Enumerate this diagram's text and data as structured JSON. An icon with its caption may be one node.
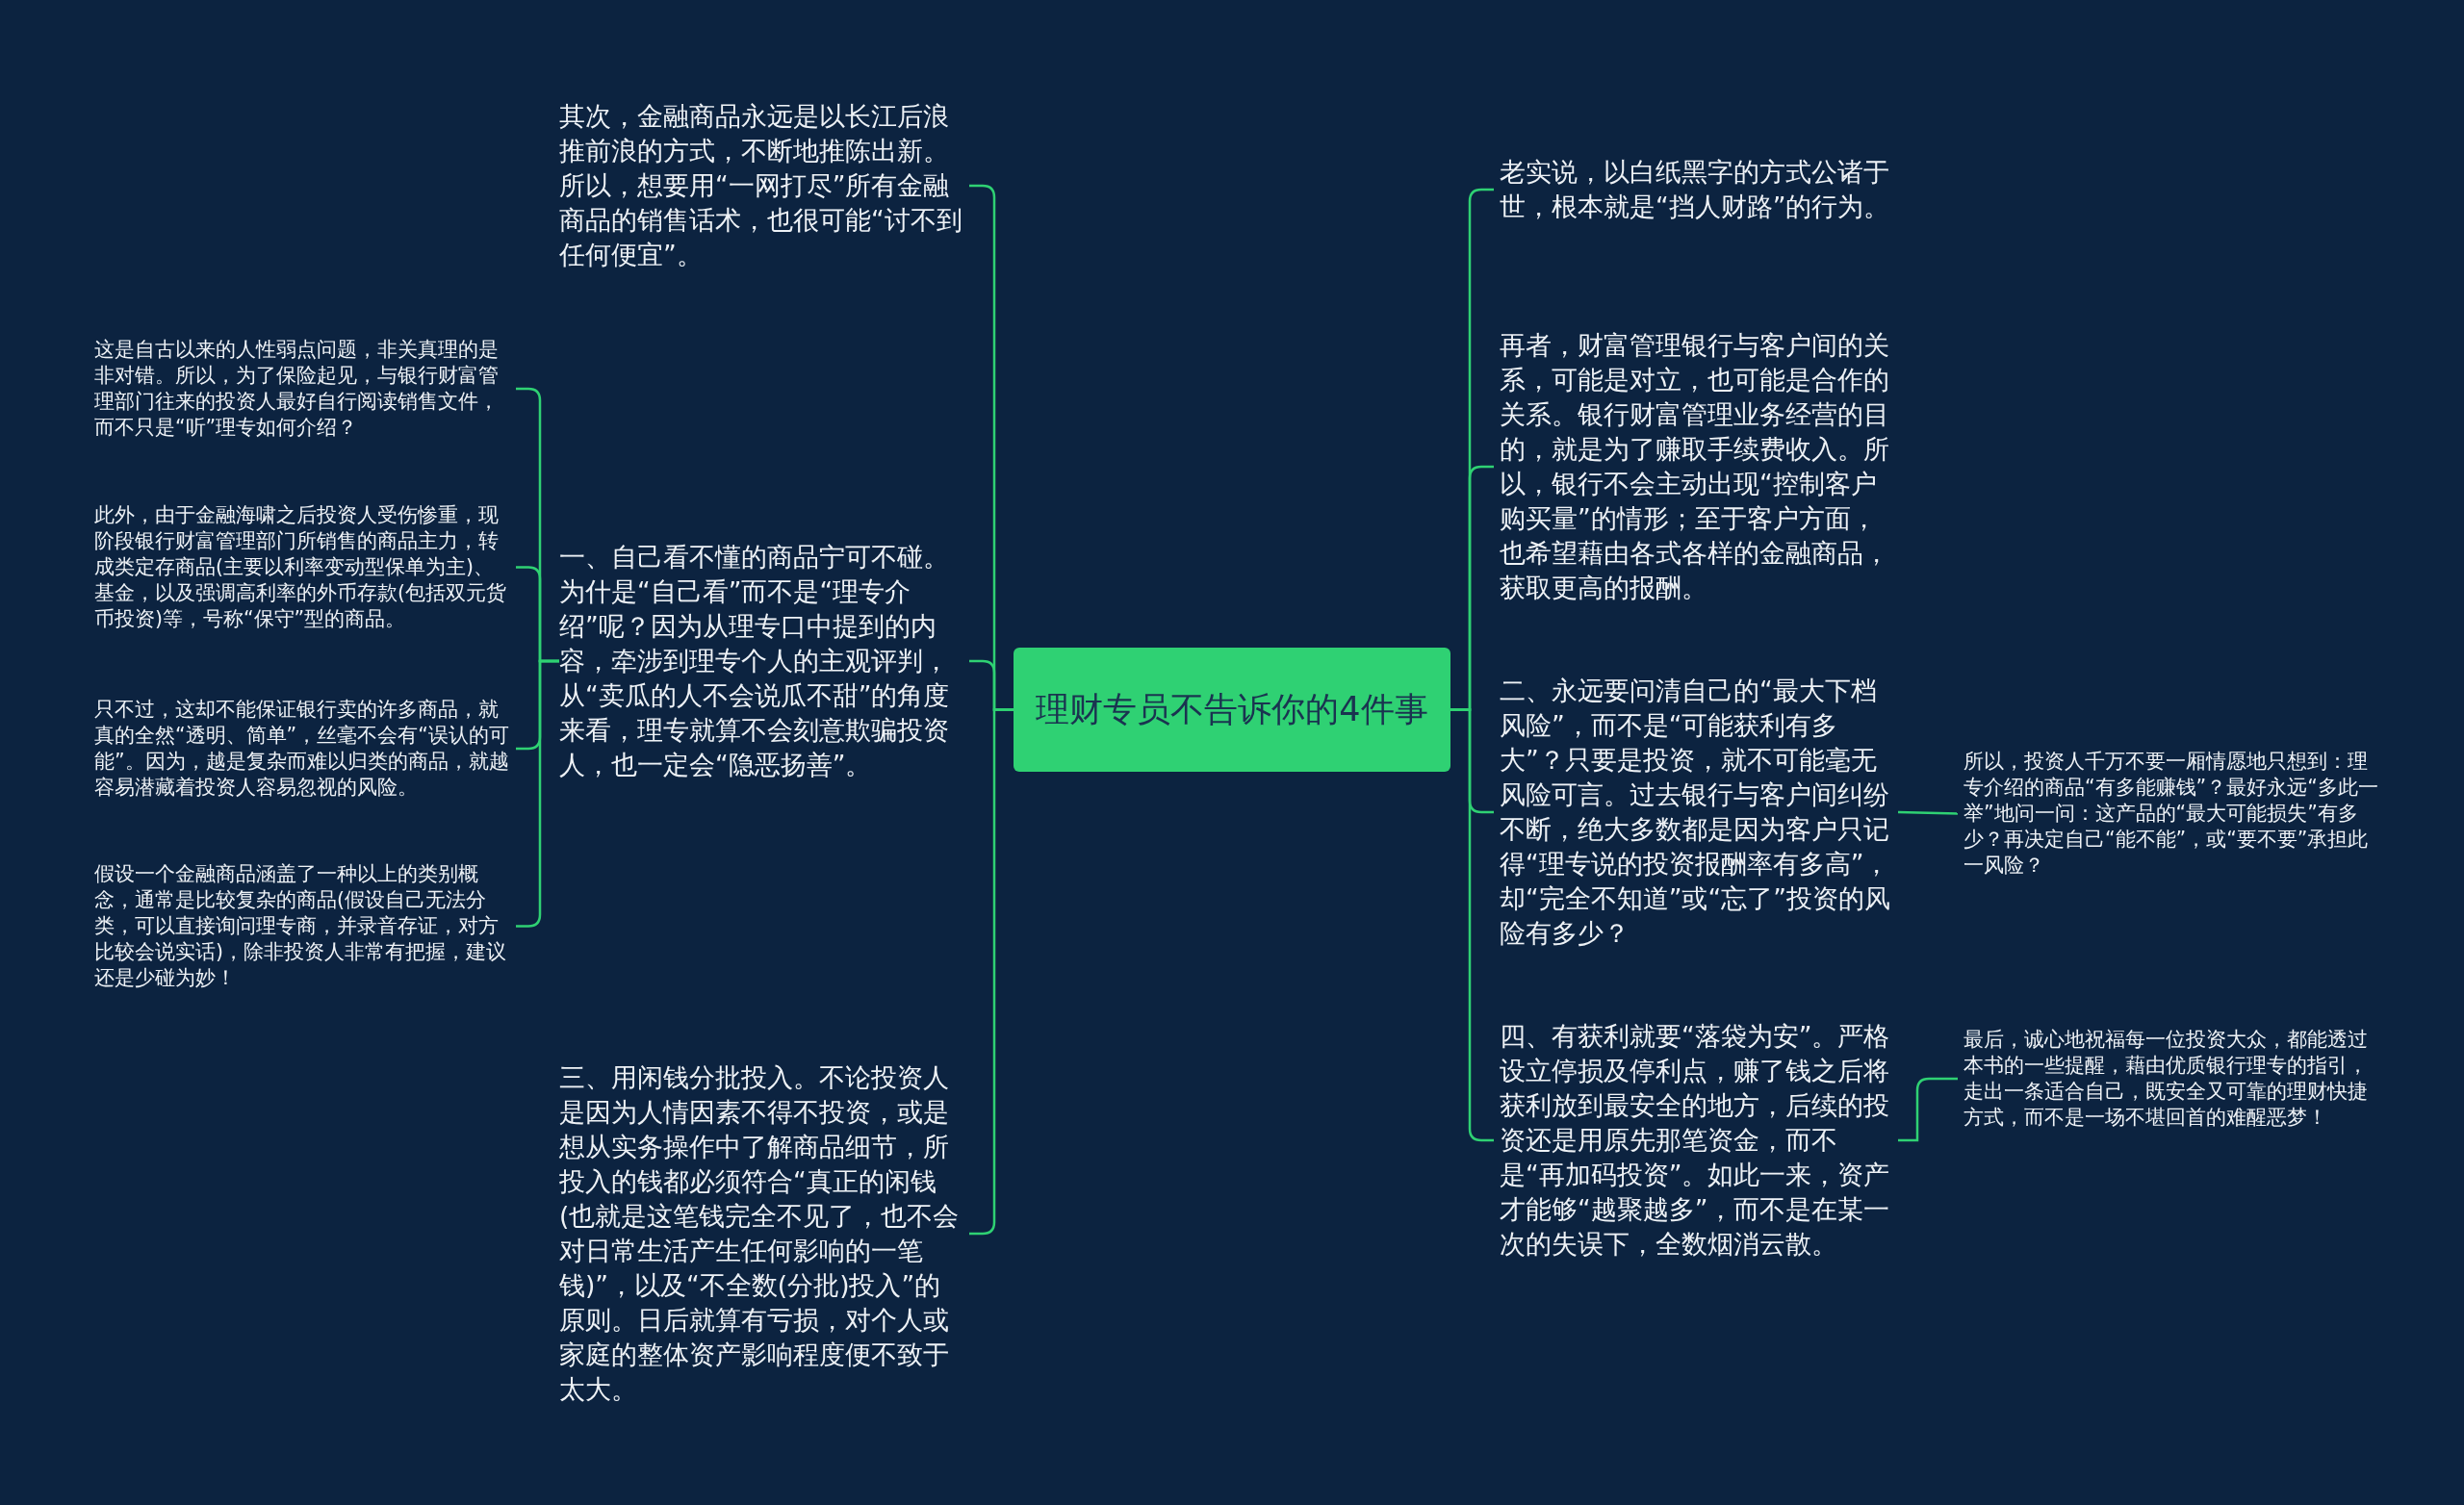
{
  "diagram": {
    "nodes": [
      {
        "text": [
          "理财专员不告诉你的4件事"
        ]
      },
      {
        "text": [
          "其次，金融商品永远是以长江后浪推前浪的方式，不断地推陈出新。所以，想要用“一网打尽”所有金融商品的销售话术，也很可能“讨不到任何便宜”。"
        ]
      },
      {
        "text": [
          "一、自己看不懂的商品宁可不碰。为什是“自己看”而不是“理专介绍”呢？因为从理专口中提到的内容，牵涉到理专个人的主观评判，从“卖瓜的人不会说瓜不甜”的角度来看，理专就算不会刻意欺骗投资人，也一定会“隐恶扬善”。"
        ]
      },
      {
        "text": [
          "三、用闲钱分批投入。不论投资人是因为人情因素不得不投资，或是想从实务操作中了解商品细节，所投入的钱都必须符合“真正的闲钱(也就是这笔钱完全不见了，也不会对日常生活产生任何影响的一笔钱)”，以及“不全数(分批)投入”的原则。日后就算有亏损，对个人或家庭的整体资产影响程度便不致于太大。"
        ]
      },
      {
        "text": [
          "这是自古以来的人性弱点问题，非关真理的是非对错。所以，为了保险起见，与银行财富管理部门往来的投资人最好自行阅读销售文件，而不只是“听”理专如何介绍？"
        ]
      },
      {
        "text": [
          "此外，由于金融海啸之后投资人受伤惨重，现阶段银行财富管理部门所销售的商品主力，转成类定存商品(主要以利率变动型保单为主)、基金，以及强调高利率的外币存款(包括双元货币投资)等，号称“保守”型的商品。"
        ]
      },
      {
        "text": [
          "只不过，这却不能保证银行卖的许多商品，就真的全然“透明、简单”，丝毫不会有“误认的可能”。因为，越是复杂而难以归类的商品，就越容易潜藏着投资人容易忽视的风险。"
        ]
      },
      {
        "text": [
          "假设一个金融商品涵盖了一种以上的类别概念，通常是比较复杂的商品(假设自己无法分类，可以直接询问理专商，并录音存证，对方比较会说实话)，除非投资人非常有把握，建议还是少碰为妙！"
        ]
      },
      {
        "text": [
          "老实说，以白纸黑字的方式公诸于世，根本就是“挡人财路”的行为。"
        ]
      },
      {
        "text": [
          "再者，财富管理银行与客户间的关系，可能是对立，也可能是合作的关系。银行财富管理业务经营的目的，就是为了赚取手续费收入。所以，银行不会主动出现“控制客户购买量”的情形；至于客户方面，也希望藉由各式各样的金融商品，获取更高的报酬。"
        ]
      },
      {
        "text": [
          "二、永远要问清自己的“最大下档风险”，而不是“可能获利有多大”？只要是投资，就不可能毫无风险可言。过去银行与客户间纠纷不断，绝大多数都是因为客户只记得“理专说的投资报酬率有多高”，却“完全不知道”或“忘了”投资的风险有多少？"
        ]
      },
      {
        "text": [
          "四、有获利就要“落袋为安”。严格设立停损及停利点，赚了钱之后将获利放到最安全的地方，后续的投资还是用原先那笔资金，而不是“再加码投资”。如此一来，资产才能够“越聚越多”，而不是在某一次的失误下，全数烟消云散。"
        ]
      },
      {
        "text": [
          "所以，投资人千万不要一厢情愿地只想到：理专介绍的商品“有多能赚钱”？最好永远“多此一举”地问一问：这产品的“最大可能损失”有多少？再决定自己“能不能”，或“要不要”承担此一风险？"
        ]
      },
      {
        "text": [
          "最后，诚心地祝福每一位投资大众，都能透过本书的一些提醒，藉由优质银行理专的指引，走出一条适合自己，既安全又可靠的理财快捷方式，而不是一场不堪回首的难醒恶梦！"
        ]
      }
    ],
    "edges": [
      {
        "from": 0,
        "to": 1,
        "arrow": "none"
      },
      {
        "from": 0,
        "to": 2,
        "arrow": "none"
      },
      {
        "from": 0,
        "to": 3,
        "arrow": "none"
      },
      {
        "from": 2,
        "to": 4,
        "arrow": "none"
      },
      {
        "from": 2,
        "to": 5,
        "arrow": "none"
      },
      {
        "from": 2,
        "to": 6,
        "arrow": "none"
      },
      {
        "from": 2,
        "to": 7,
        "arrow": "none"
      },
      {
        "from": 0,
        "to": 8,
        "arrow": "none"
      },
      {
        "from": 0,
        "to": 9,
        "arrow": "none"
      },
      {
        "from": 0,
        "to": 10,
        "arrow": "none"
      },
      {
        "from": 0,
        "to": 11,
        "arrow": "none"
      },
      {
        "from": 10,
        "to": 12,
        "arrow": "none"
      },
      {
        "from": 11,
        "to": 13,
        "arrow": "none"
      }
    ]
  }
}
